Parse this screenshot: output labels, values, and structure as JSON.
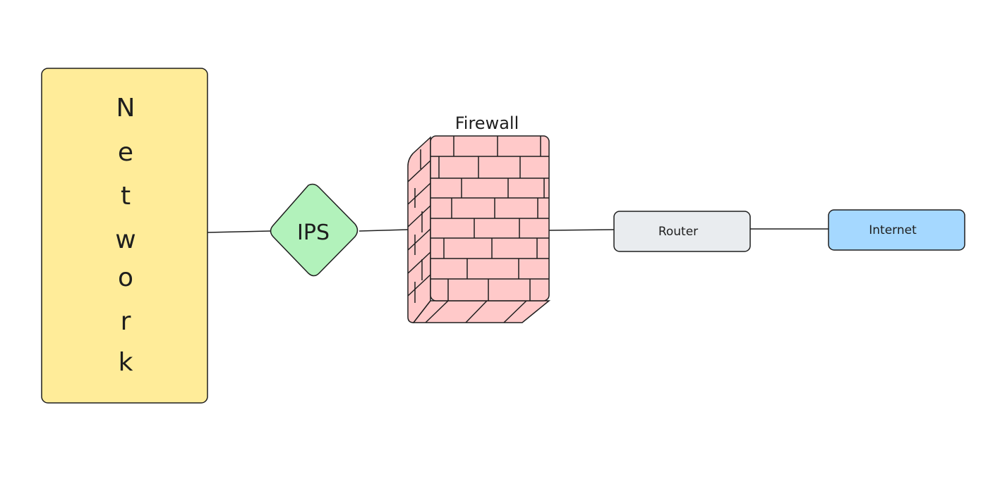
{
  "diagram": {
    "nodes": {
      "network": {
        "label": "Network",
        "letters": [
          "N",
          "e",
          "t",
          "w",
          "o",
          "r",
          "k"
        ],
        "color": "#ffec99"
      },
      "ips": {
        "label": "IPS",
        "color": "#b2f2bb"
      },
      "firewall": {
        "label": "Firewall",
        "color": "#ffc9c9"
      },
      "router": {
        "label": "Router",
        "color": "#e9ecef"
      },
      "internet": {
        "label": "Internet",
        "color": "#a5d8ff"
      }
    },
    "edges": [
      {
        "from": "network",
        "to": "ips"
      },
      {
        "from": "ips",
        "to": "firewall"
      },
      {
        "from": "firewall",
        "to": "router"
      },
      {
        "from": "router",
        "to": "internet"
      }
    ]
  }
}
